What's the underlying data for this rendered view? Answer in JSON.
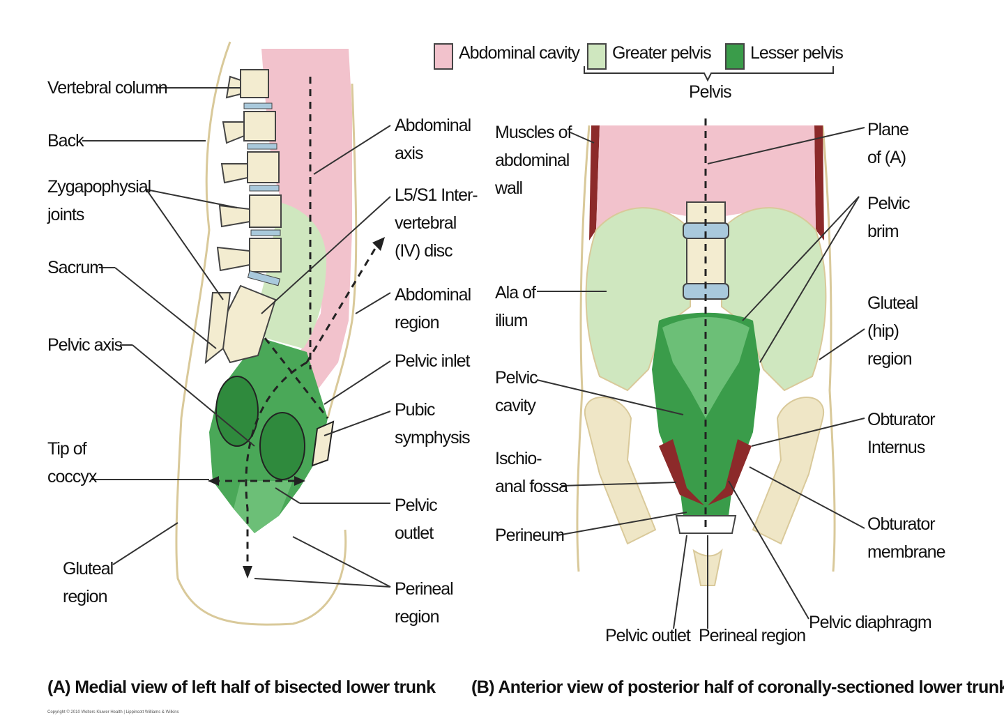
{
  "legend": {
    "items": [
      {
        "label": "Abdominal cavity",
        "color": "#f2c2cc"
      },
      {
        "label": "Greater pelvis",
        "color": "#cfe7bf"
      },
      {
        "label": "Lesser pelvis",
        "color": "#3a9c4a"
      }
    ],
    "bracket_label": "Pelvis"
  },
  "panel_a": {
    "caption": "(A)  Medial view of left half of bisected lower trunk",
    "labels": {
      "vertebral_column": "Vertebral column",
      "back": "Back",
      "zygapophysial": [
        "Zygapophysial",
        "joints"
      ],
      "sacrum": "Sacrum",
      "pelvic_axis": "Pelvic axis",
      "tip_of_coccyx": [
        "Tip of",
        "coccyx"
      ],
      "gluteal_region": [
        "Gluteal",
        "region"
      ],
      "abdominal_axis": [
        "Abdominal",
        "axis"
      ],
      "iv_disc": [
        "L5/S1 Inter-",
        "vertebral",
        "(IV) disc"
      ],
      "abdominal_region": [
        "Abdominal",
        "region"
      ],
      "pelvic_inlet": "Pelvic inlet",
      "pubic_symphysis": [
        "Pubic",
        "symphysis"
      ],
      "pelvic_outlet": [
        "Pelvic",
        "outlet"
      ],
      "perineal_region": [
        "Perineal",
        "region"
      ]
    }
  },
  "panel_b": {
    "caption": "(B)  Anterior view of posterior half of coronally-sectioned lower trunk",
    "labels": {
      "muscles": [
        "Muscles of",
        "abdominal",
        "wall"
      ],
      "ala": [
        "Ala of",
        "ilium"
      ],
      "pelvic_cavity": [
        "Pelvic",
        "cavity"
      ],
      "ischio": [
        "Ischio-",
        "anal fossa"
      ],
      "perineum": "Perineum",
      "plane": [
        "Plane",
        "of (A)"
      ],
      "pelvic_brim": [
        "Pelvic",
        "brim"
      ],
      "gluteal_hip": [
        "Gluteal",
        "(hip)",
        "region"
      ],
      "obturator_internus": [
        "Obturator",
        "Internus"
      ],
      "obturator_membrane": [
        "Obturator",
        "membrane"
      ],
      "pelvic_outlet": "Pelvic outlet",
      "perineal_region": "Perineal region",
      "pelvic_diaphragm": "Pelvic diaphragm"
    }
  },
  "copyright": "Copyright © 2010 Wolters Kluwer Health | Lippincott Williams & Wilkins",
  "colors": {
    "abdominal": "#f2c2cc",
    "greater": "#cfe7bf",
    "lesser": "#3a9c4a",
    "lesser_light": "#6cbf77",
    "bone": "#f3ecd0",
    "disc": "#a9c9dc",
    "muscle": "#8c2a2a",
    "skin": "#e8dcb8"
  }
}
